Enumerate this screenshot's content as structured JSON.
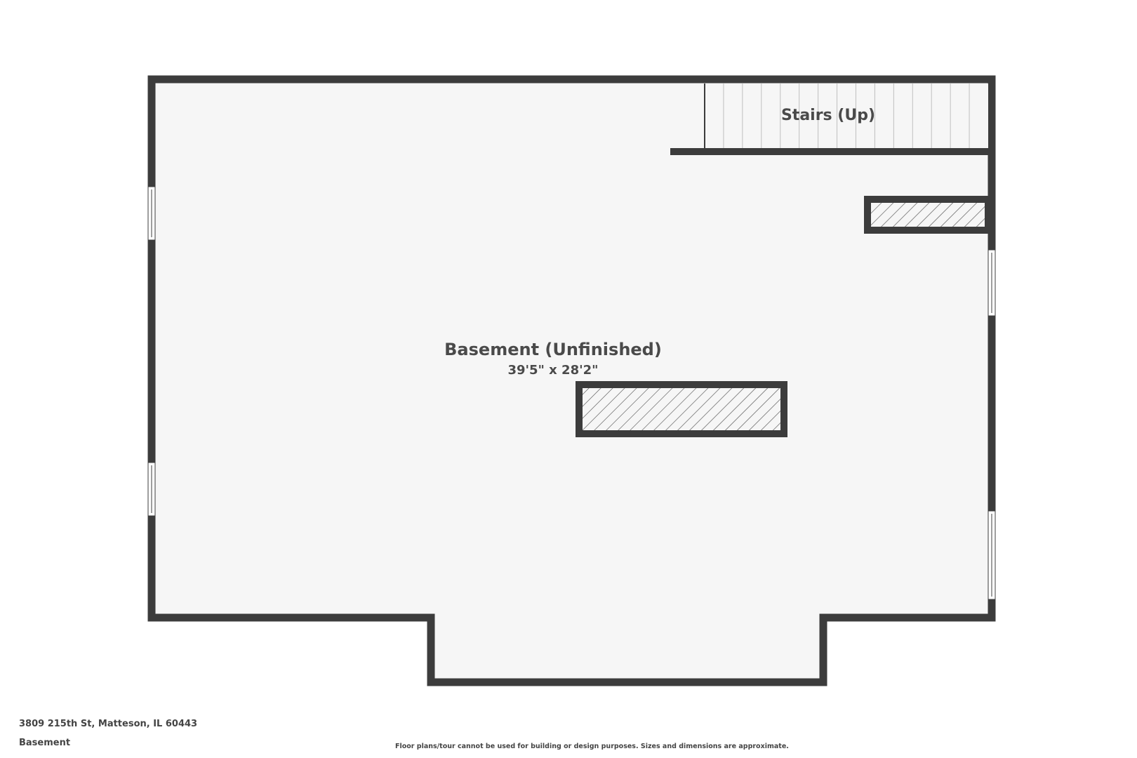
{
  "floor_plan": {
    "rooms": [
      {
        "id": "basement",
        "name": "Basement (Unfinished)",
        "dimensions": "39'5\" x 28'2\""
      },
      {
        "id": "stairs",
        "name": "Stairs (Up)"
      }
    ]
  },
  "footer": {
    "address": "3809 215th St, Matteson, IL 60443",
    "floor_name": "Basement",
    "disclaimer": "Floor plans/tour cannot be used for building or design purposes. Sizes and dimensions are approximate."
  },
  "colors": {
    "wall": "#3c3c3c",
    "floor": "#f6f6f6",
    "background": "#ffffff",
    "text": "#444444"
  }
}
